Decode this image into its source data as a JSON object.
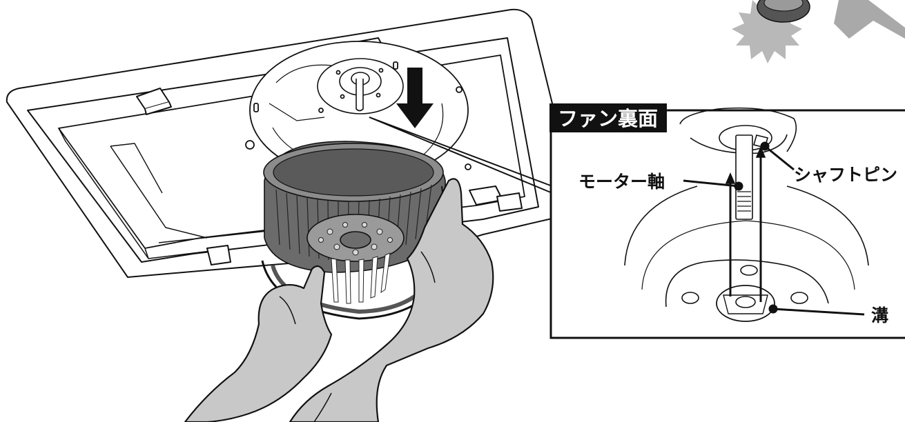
{
  "diagram": {
    "inset_title": "ファン裏面",
    "labels": {
      "motor_shaft": "モーター軸",
      "shaft_pin": "シャフトピン",
      "groove": "溝"
    },
    "colors": {
      "line": "#111111",
      "glove": "#c8c8c8",
      "fan_blades": "#7a7a7a",
      "fan_dark": "#4e4e4e",
      "burst": "#b7b7b7",
      "inset_title_bg": "#111111",
      "inset_title_fg": "#ffffff"
    }
  }
}
